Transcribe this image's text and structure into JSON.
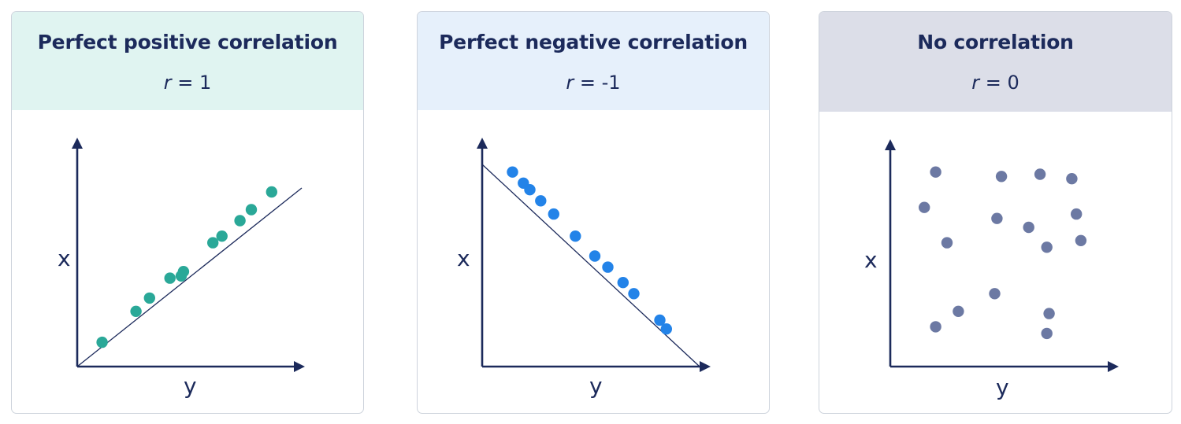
{
  "colors": {
    "axis": "#1c2a5b",
    "positive_points": "#2aa898",
    "negative_points": "#2383e8",
    "none_points": "#6c79a3"
  },
  "panels": [
    {
      "id": "positive",
      "title": "Perfect positive correlation",
      "r_symbol": "r",
      "r_value": " = 1",
      "x_axis_label": "y",
      "y_axis_label": "x",
      "chart_data": {
        "type": "scatter",
        "trendline": "positive",
        "points": [
          [
            0.11,
            0.11
          ],
          [
            0.26,
            0.25
          ],
          [
            0.32,
            0.31
          ],
          [
            0.41,
            0.4
          ],
          [
            0.46,
            0.41
          ],
          [
            0.47,
            0.43
          ],
          [
            0.6,
            0.56
          ],
          [
            0.64,
            0.59
          ],
          [
            0.72,
            0.66
          ],
          [
            0.77,
            0.71
          ],
          [
            0.86,
            0.79
          ]
        ]
      }
    },
    {
      "id": "negative",
      "title": "Perfect negative correlation",
      "r_symbol": "r",
      "r_value": " = -1",
      "x_axis_label": "y",
      "y_axis_label": "x",
      "chart_data": {
        "type": "scatter",
        "trendline": "negative",
        "points": [
          [
            0.14,
            0.88
          ],
          [
            0.19,
            0.83
          ],
          [
            0.22,
            0.8
          ],
          [
            0.27,
            0.75
          ],
          [
            0.33,
            0.69
          ],
          [
            0.43,
            0.59
          ],
          [
            0.52,
            0.5
          ],
          [
            0.58,
            0.45
          ],
          [
            0.65,
            0.38
          ],
          [
            0.7,
            0.33
          ],
          [
            0.82,
            0.21
          ],
          [
            0.85,
            0.17
          ]
        ]
      }
    },
    {
      "id": "none",
      "title": "No correlation",
      "r_symbol": "r",
      "r_value": " = 0",
      "x_axis_label": "y",
      "y_axis_label": "x",
      "chart_data": {
        "type": "scatter",
        "trendline": "none",
        "points": [
          [
            0.2,
            0.88
          ],
          [
            0.49,
            0.86
          ],
          [
            0.66,
            0.87
          ],
          [
            0.8,
            0.85
          ],
          [
            0.15,
            0.72
          ],
          [
            0.47,
            0.67
          ],
          [
            0.82,
            0.69
          ],
          [
            0.61,
            0.63
          ],
          [
            0.25,
            0.56
          ],
          [
            0.69,
            0.54
          ],
          [
            0.84,
            0.57
          ],
          [
            0.46,
            0.33
          ],
          [
            0.3,
            0.25
          ],
          [
            0.7,
            0.24
          ],
          [
            0.2,
            0.18
          ],
          [
            0.69,
            0.15
          ]
        ]
      }
    }
  ]
}
